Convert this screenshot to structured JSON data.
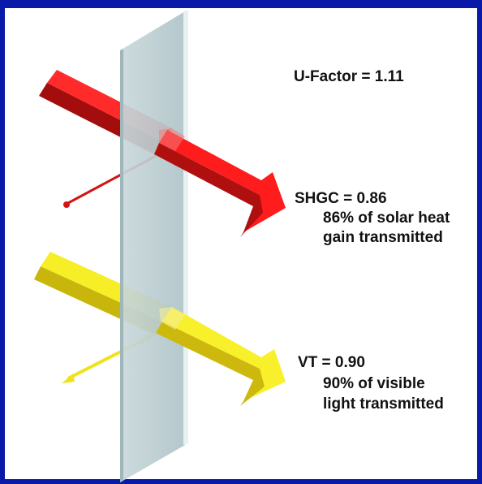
{
  "labels": {
    "u_factor": "U-Factor = 1.11",
    "shgc_title": "SHGC = 0.86",
    "shgc_line1": "86% of solar heat",
    "shgc_line2": "gain transmitted",
    "vt_title": "VT = 0.90",
    "vt_line1": "90% of visible",
    "vt_line2": "light transmitted"
  },
  "colors": {
    "frame": "#0a1aa8",
    "glass": "#bcd0d4",
    "heat_arrow": "#e61e1e",
    "light_arrow": "#f2ea1a"
  }
}
